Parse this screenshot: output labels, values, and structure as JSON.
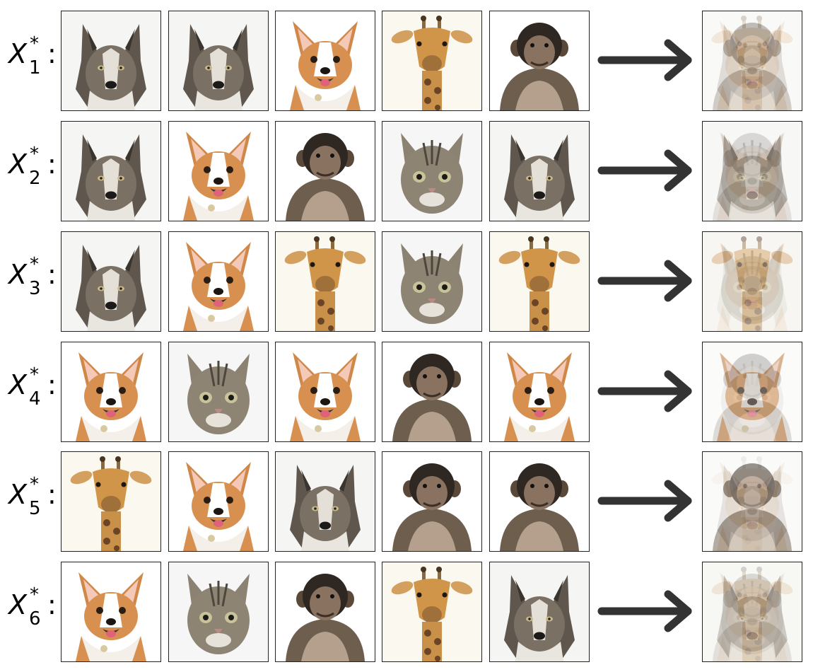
{
  "rows": [
    {
      "var": "X",
      "sup": "*",
      "sub": "1",
      "colon": ":",
      "images": [
        "wolf",
        "wolf",
        "corgi",
        "giraffe",
        "chimp"
      ]
    },
    {
      "var": "X",
      "sup": "*",
      "sub": "2",
      "colon": ":",
      "images": [
        "wolf",
        "corgi",
        "chimp",
        "cat",
        "wolf"
      ]
    },
    {
      "var": "X",
      "sup": "*",
      "sub": "3",
      "colon": ":",
      "images": [
        "wolf",
        "corgi",
        "giraffe",
        "cat",
        "giraffe"
      ]
    },
    {
      "var": "X",
      "sup": "*",
      "sub": "4",
      "colon": ":",
      "images": [
        "corgi",
        "cat",
        "corgi",
        "chimp",
        "corgi"
      ]
    },
    {
      "var": "X",
      "sup": "*",
      "sub": "5",
      "colon": ":",
      "images": [
        "giraffe",
        "corgi",
        "wolf",
        "chimp",
        "chimp"
      ]
    },
    {
      "var": "X",
      "sup": "*",
      "sub": "6",
      "colon": ":",
      "images": [
        "corgi",
        "cat",
        "chimp",
        "giraffe",
        "wolf"
      ]
    }
  ],
  "arrow_icon": "right-arrow-icon",
  "colors": {
    "arrow": "#333333",
    "wolf": "#6b6358",
    "corgi": "#d9955a",
    "giraffe": "#c98d45",
    "cat": "#8a8070",
    "chimp": "#5a4a3c"
  }
}
